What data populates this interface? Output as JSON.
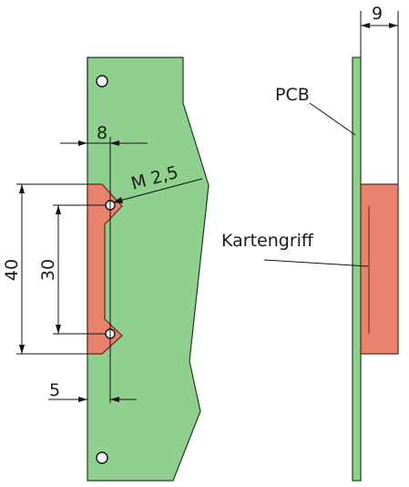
{
  "colors": {
    "pcb_fill": "#8fd08f",
    "pcb_stroke": "#1f3a1f",
    "grip_fill": "#e8826c",
    "grip_stroke": "#5a2a1f",
    "line": "#111111",
    "background": "#ffffff"
  },
  "dimensions": {
    "width_top": "8",
    "hole_thread": "M 2,5",
    "height_outer": "40",
    "height_inner": "30",
    "offset_bottom": "5",
    "side_thickness": "9"
  },
  "labels": {
    "pcb": "PCB",
    "card_grip": "Kartengriff"
  }
}
